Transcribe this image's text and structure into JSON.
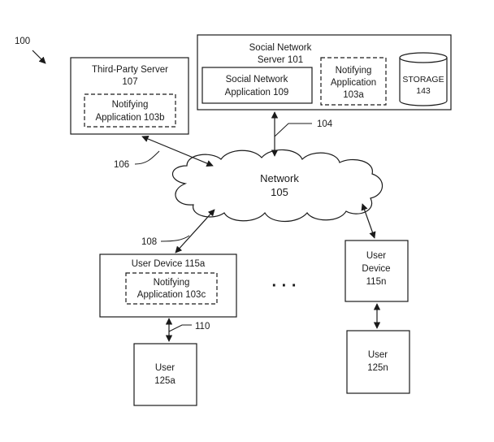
{
  "figure": {
    "ref": "100"
  },
  "social_server": {
    "line1": "Social Network",
    "line2": "Server 101"
  },
  "social_app": {
    "line1": "Social Network",
    "line2": "Application 109"
  },
  "notifying_a": {
    "line1": "Notifying",
    "line2": "Application",
    "line3": "103a"
  },
  "storage": {
    "line1": "STORAGE",
    "line2": "143"
  },
  "third_party": {
    "line1": "Third-Party Server",
    "line2": "107"
  },
  "notifying_b": {
    "line1": "Notifying",
    "line2": "Application 103b"
  },
  "network": {
    "line1": "Network",
    "line2": "105"
  },
  "user_device_a": {
    "title": "User Device 115a"
  },
  "notifying_c": {
    "line1": "Notifying",
    "line2": "Application 103c"
  },
  "user_device_n": {
    "line1": "User",
    "line2": "Device",
    "line3": "115n"
  },
  "user_a": {
    "line1": "User",
    "line2": "125a"
  },
  "user_n": {
    "line1": "User",
    "line2": "125n"
  },
  "ellipsis": "· · ·",
  "refs": {
    "r104": "104",
    "r106": "106",
    "r108": "108",
    "r110": "110"
  }
}
